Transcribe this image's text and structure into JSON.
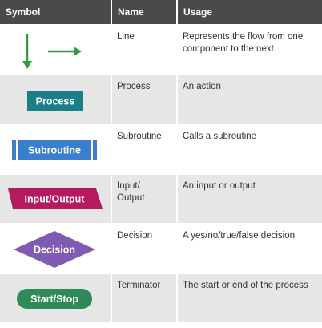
{
  "header": {
    "symbol": "Symbol",
    "name": "Name",
    "usage": "Usage"
  },
  "rows": [
    {
      "symbol_label": "",
      "name": "Line",
      "usage": "Represents the flow from one component to the next",
      "icon": "flow-arrows-icon",
      "color": "#2e9e3e"
    },
    {
      "symbol_label": "Process",
      "name": "Process",
      "usage": "An action",
      "icon": "process-rectangle-icon",
      "color": "#1a7f86"
    },
    {
      "symbol_label": "Subroutine",
      "name": "Subroutine",
      "usage": "Calls a subroutine",
      "icon": "subroutine-box-icon",
      "color": "#3a7fcf"
    },
    {
      "symbol_label": "Input/Output",
      "name": "Input/\nOutput",
      "usage": "An input or output",
      "icon": "parallelogram-icon",
      "color": "#b5195f"
    },
    {
      "symbol_label": "Decision",
      "name": "Decision",
      "usage": "A yes/no/true/false decision",
      "icon": "diamond-icon",
      "color": "#7f5bb3"
    },
    {
      "symbol_label": "Start/Stop",
      "name": "Terminator",
      "usage": "The start or end of the process",
      "icon": "rounded-terminator-icon",
      "color": "#2e8b57"
    }
  ]
}
